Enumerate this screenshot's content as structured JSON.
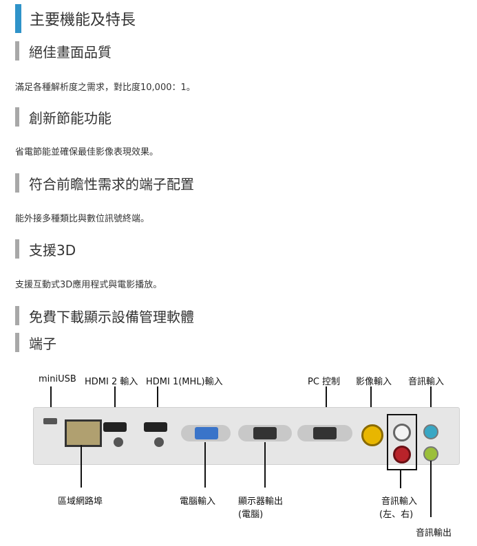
{
  "title": "主要機能及特長",
  "sections": [
    {
      "heading": "絕佳畫面品質",
      "text": "滿足各種解析度之需求，對比度10,000：1。"
    },
    {
      "heading": "創新節能功能",
      "text": "省電節能並確保最佳影像表現效果。"
    },
    {
      "heading": "符合前瞻性需求的端子配置",
      "text": "能外接多種類比與數位訊號終端。"
    },
    {
      "heading": "支援3D",
      "text": "支援互動式3D應用程式與電影播放。"
    },
    {
      "heading": "免費下載顯示設備管理軟體",
      "text": ""
    },
    {
      "heading": "端子",
      "text": ""
    }
  ],
  "diagram": {
    "top_labels": {
      "miniusb": "miniUSB",
      "hdmi2": "HDMI 2 輸入",
      "hdmi1": "HDMI 1(MHL)輸入",
      "pc_control": "PC 控制",
      "video_in": "影像輸入",
      "audio_in": "音訊輸入"
    },
    "bottom_labels": {
      "lan": "區域網路埠",
      "computer_in": "電腦輸入",
      "monitor_out_1": "顯示器輸出",
      "monitor_out_2": "(電腦)",
      "audio_in_lr_1": "音訊輸入",
      "audio_in_lr_2": "(左、右)",
      "audio_out": "音訊輸出"
    },
    "colors": {
      "video": "#e8b600",
      "audio_l": "#f4f4f4",
      "audio_r": "#b8232a",
      "audio_in_jack": "#39a7c4",
      "audio_out_jack": "#9bbf3a",
      "vga": "#3a74c9"
    }
  }
}
